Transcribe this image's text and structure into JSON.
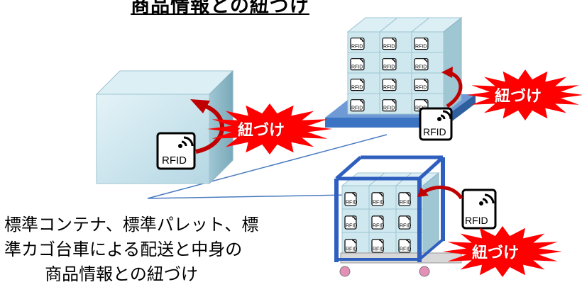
{
  "title": "商品情報との紐づけ",
  "rfid_tag_text": "RFID",
  "link_label": "紐づけ",
  "caption_lines": [
    "標準コンテナ、標準パレット、標",
    "準カゴ台車による配送と中身の",
    "商品情報との紐づけ"
  ],
  "colors": {
    "box_front": "#c5e3ec",
    "box_side": "#8fbccb",
    "box_top": "#dceff5",
    "pallet": "#3b74c2",
    "cart_frame": "#2e5fbf",
    "burst": "#ff0000",
    "arrow": "#c00000"
  }
}
